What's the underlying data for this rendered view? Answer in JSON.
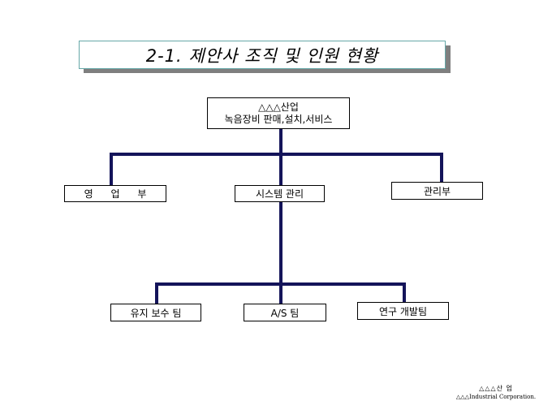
{
  "title": "2-1. 제안사 조직 및 인원 현황",
  "root": {
    "line1": "△△△산업",
    "line2": "녹음장비 판매,설치,서비스"
  },
  "departments": {
    "sales": "영 업 부",
    "system": "시스템 관리",
    "admin": "관리부"
  },
  "teams": {
    "maintenance": "유지 보수 팀",
    "as": "A/S 팀",
    "rnd": "연구 개발팀"
  },
  "footer": {
    "company_kr": "△△△산 업",
    "company_en": "△△△Industrial Corporation."
  },
  "colors": {
    "connector": "#14145a",
    "title_border": "#66a8a8",
    "title_shadow": "#7f7f7f"
  }
}
